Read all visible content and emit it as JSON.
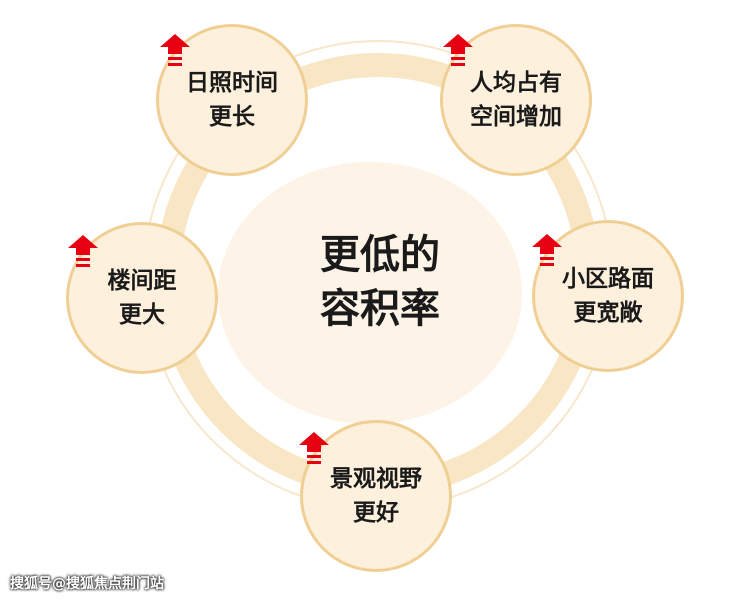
{
  "center": {
    "label": "更低的\n容积率"
  },
  "nodes": [
    {
      "id": "sunlight",
      "label": "日照时间\n更长",
      "icon": "red-up-arrow-icon"
    },
    {
      "id": "space",
      "label": "人均占有\n空间增加",
      "icon": "red-up-arrow-icon"
    },
    {
      "id": "road",
      "label": "小区路面\n更宽敞",
      "icon": "red-up-arrow-icon"
    },
    {
      "id": "view",
      "label": "景观视野\n更好",
      "icon": "red-up-arrow-icon"
    },
    {
      "id": "distance",
      "label": "楼间距\n更大",
      "icon": "red-up-arrow-icon"
    }
  ],
  "watermark": "搜狐号@搜狐焦点荆门站",
  "colors": {
    "node_fill": "#fdf0dc",
    "node_border": "#f0cf94",
    "ring": "#f9e6c4",
    "arrow": "#e60012"
  }
}
